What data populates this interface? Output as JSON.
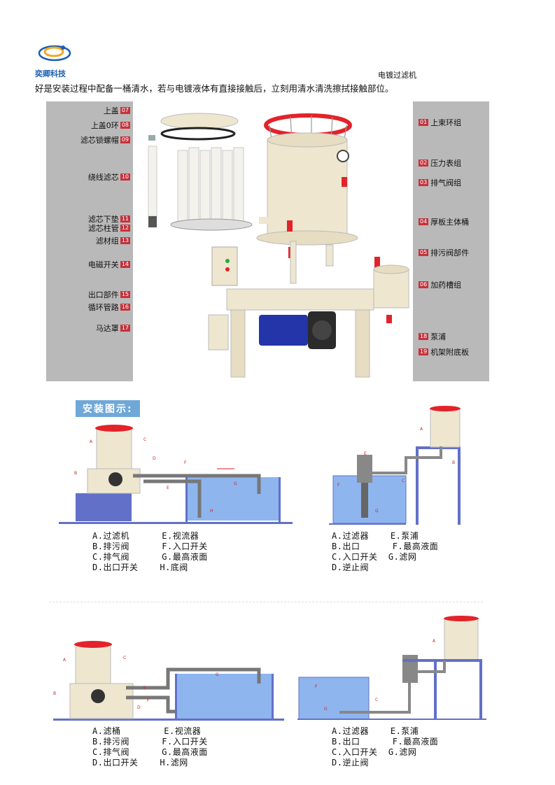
{
  "header": {
    "company": "奕卿科技",
    "doc_title": "电镀过滤机"
  },
  "intro_text": "好是安装过程中配备一桶清水，若与电镀液体有直接接触后，立刻用清水清洗擦拭接触部位。",
  "parts": {
    "left": [
      {
        "name": "上盖",
        "num": "07"
      },
      {
        "name": "上盖0环",
        "num": "08"
      },
      {
        "name": "滤芯锁螺帽",
        "num": "09"
      },
      {
        "name": "绕线滤芯",
        "num": "10"
      },
      {
        "name": "滤芯下垫",
        "num": "11"
      },
      {
        "name": "滤芯柱管",
        "num": "12"
      },
      {
        "name": "滤材组",
        "num": "13"
      },
      {
        "name": "电磁开关",
        "num": "14"
      },
      {
        "name": "出口部件",
        "num": "15"
      },
      {
        "name": "循环管路",
        "num": "16"
      },
      {
        "name": "马达罩",
        "num": "17"
      }
    ],
    "right": [
      {
        "name": "上束环组",
        "num": "01"
      },
      {
        "name": "压力表组",
        "num": "02"
      },
      {
        "name": "排气阀组",
        "num": "03"
      },
      {
        "name": "厚板主体桶",
        "num": "04"
      },
      {
        "name": "排污阀部件",
        "num": "05"
      },
      {
        "name": "加药槽组",
        "num": "06"
      },
      {
        "name": "泵浦",
        "num": "18"
      },
      {
        "name": "机架附底板",
        "num": "19"
      }
    ]
  },
  "install": {
    "badge": "安装图示:",
    "legend1": "A.过滤机      E.视流器\nB.排污阀      F.入口开关\nC.排气阀      G.最高液面\nD.出口开关    H.底阀",
    "legend2": "A.过滤器    E.泵浦\nB.出口      F.最高液面\nC.入口开关  G.滤网\nD.逆止阀",
    "legend3": "A.滤桶        E.视流器\nB.排污阀      F.入口开关\nC.排气阀      G.最高液面\nD.出口开关    H.滤网",
    "legend4": "A.过滤器    E.泵浦\nB.出口      F.最高液面\nC.入口开关  G.滤网\nD.逆止阀"
  },
  "diagram_markers": {
    "d1": [
      "A",
      "C",
      "B",
      "D",
      "E",
      "F",
      "G",
      "H"
    ],
    "d2": [
      "A",
      "B",
      "E",
      "F",
      "C",
      "G"
    ],
    "d3": [
      "A",
      "C",
      "B",
      "D",
      "E",
      "F",
      "G"
    ],
    "d4": [
      "A",
      "F",
      "G",
      "C"
    ]
  },
  "colors": {
    "panel_gray": "#b9b9ba",
    "number_red": "#c7323b",
    "tank_blue": "#7fa8e8",
    "body_cream": "#eee6cf",
    "valve_red": "#e2232a",
    "logo_blue": "#1a5fb4"
  }
}
